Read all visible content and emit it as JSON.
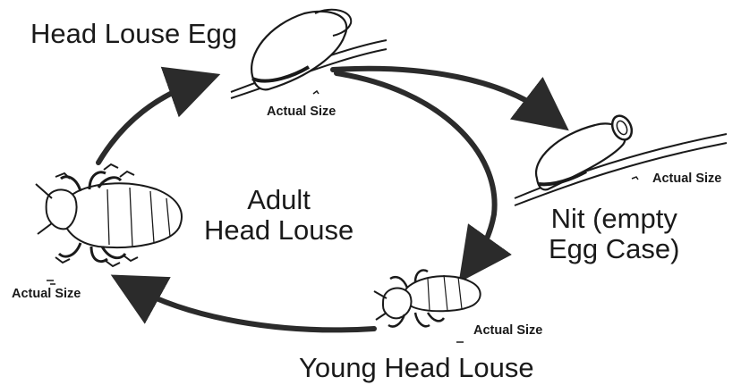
{
  "diagram": {
    "stages": {
      "egg": {
        "label": "Head Louse Egg",
        "size_note": "Actual Size"
      },
      "nit": {
        "label_line1": "Nit (empty",
        "label_line2": "Egg Case)",
        "size_note": "Actual Size"
      },
      "young": {
        "label": "Young Head Louse",
        "size_note": "Actual Size"
      },
      "adult": {
        "label_line1": "Adult",
        "label_line2": "Head Louse",
        "size_note": "Actual Size"
      }
    },
    "colors": {
      "ink": "#1a1a1a",
      "arrow": "#2b2b2b",
      "background": "#ffffff"
    },
    "icons": [
      "egg-icon",
      "nit-icon",
      "adult-louse-icon",
      "young-louse-icon",
      "cycle-arrow"
    ]
  }
}
